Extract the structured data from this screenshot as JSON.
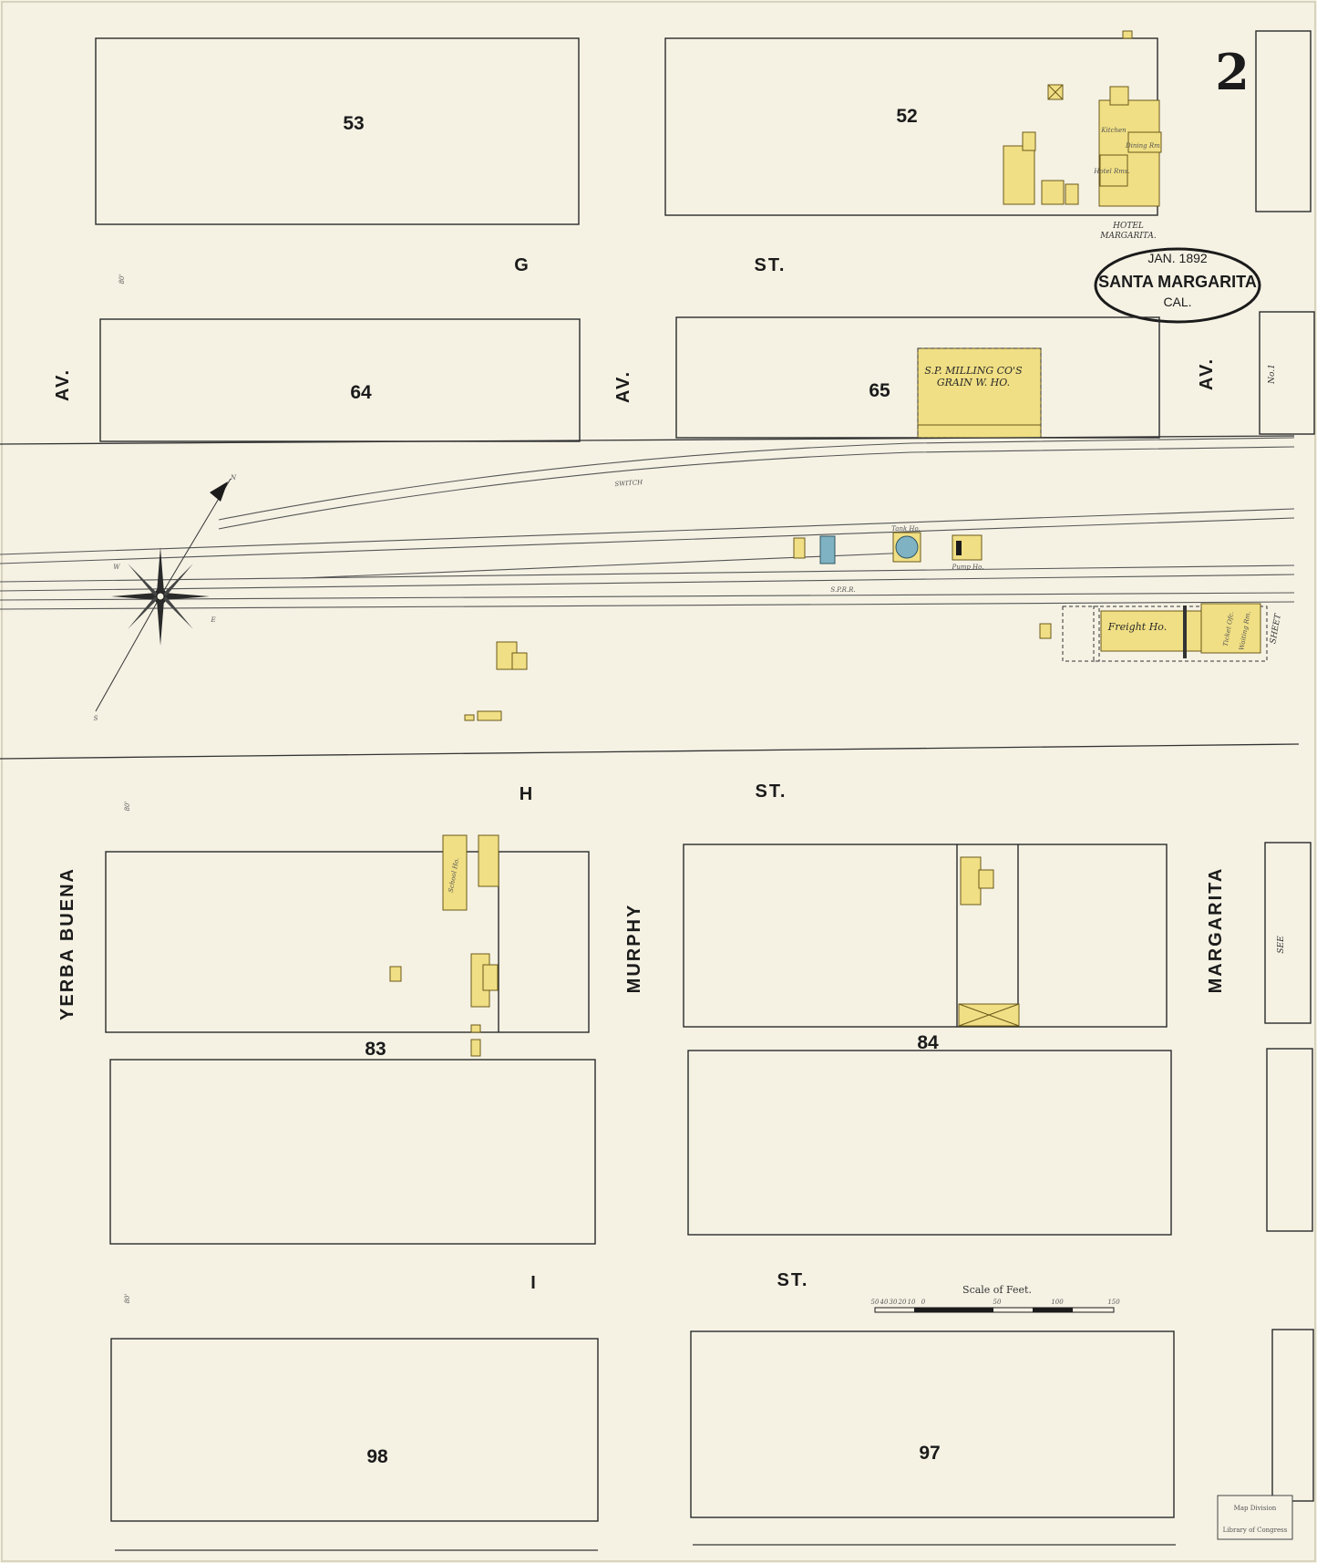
{
  "sheet_number": "2",
  "cartouche": {
    "date": "JAN. 1892",
    "town": "SANTA MARGARITA",
    "state": "CAL."
  },
  "streets": {
    "g_st_left": "G",
    "g_st_right": "ST.",
    "h_st_left": "H",
    "h_st_right": "ST.",
    "i_st_left": "I",
    "i_st_right": "ST.",
    "av_1": "AV.",
    "av_2": "AV.",
    "av_3": "AV.",
    "yerba_buena": "YERBA BUENA",
    "murphy": "MURPHY",
    "margarita": "MARGARITA"
  },
  "blocks": {
    "b53": "53",
    "b52": "52",
    "b64": "64",
    "b65": "65",
    "b83": "83",
    "b84": "84",
    "b98": "98",
    "b97": "97"
  },
  "buildings": {
    "milling_line1": "S.P. MILLING CO'S",
    "milling_line2": "GRAIN W. HO.",
    "hotel_line1": "HOTEL",
    "hotel_line2": "MARGARITA.",
    "freight_ho": "Freight Ho.",
    "tank_ho": "Tank Ho.",
    "pump_ho": "Pump Ho.",
    "school_ho": "School Ho.",
    "dining_rm": "Dining Rm.",
    "kitchen": "Kitchen",
    "hotel_rms": "Hotel Rms.",
    "ticket_ofc": "Ticket Ofc.",
    "waiting_rm": "Waiting Rm."
  },
  "rail": {
    "switch": "SWITCH",
    "spr": "S.P.R.R."
  },
  "scale": {
    "title": "Scale of Feet.",
    "ticks": [
      "50",
      "40",
      "30",
      "20",
      "10",
      "0",
      "50",
      "100",
      "150"
    ]
  },
  "edge_labels": {
    "no1": "No.1",
    "sheet": "SHEET",
    "see": "SEE"
  },
  "stamp": {
    "line1": "Map Division",
    "line2": "Library of Congress"
  },
  "compass": {
    "n": "N",
    "s": "S",
    "e": "E",
    "w": "W"
  },
  "street_width_label": "80'"
}
